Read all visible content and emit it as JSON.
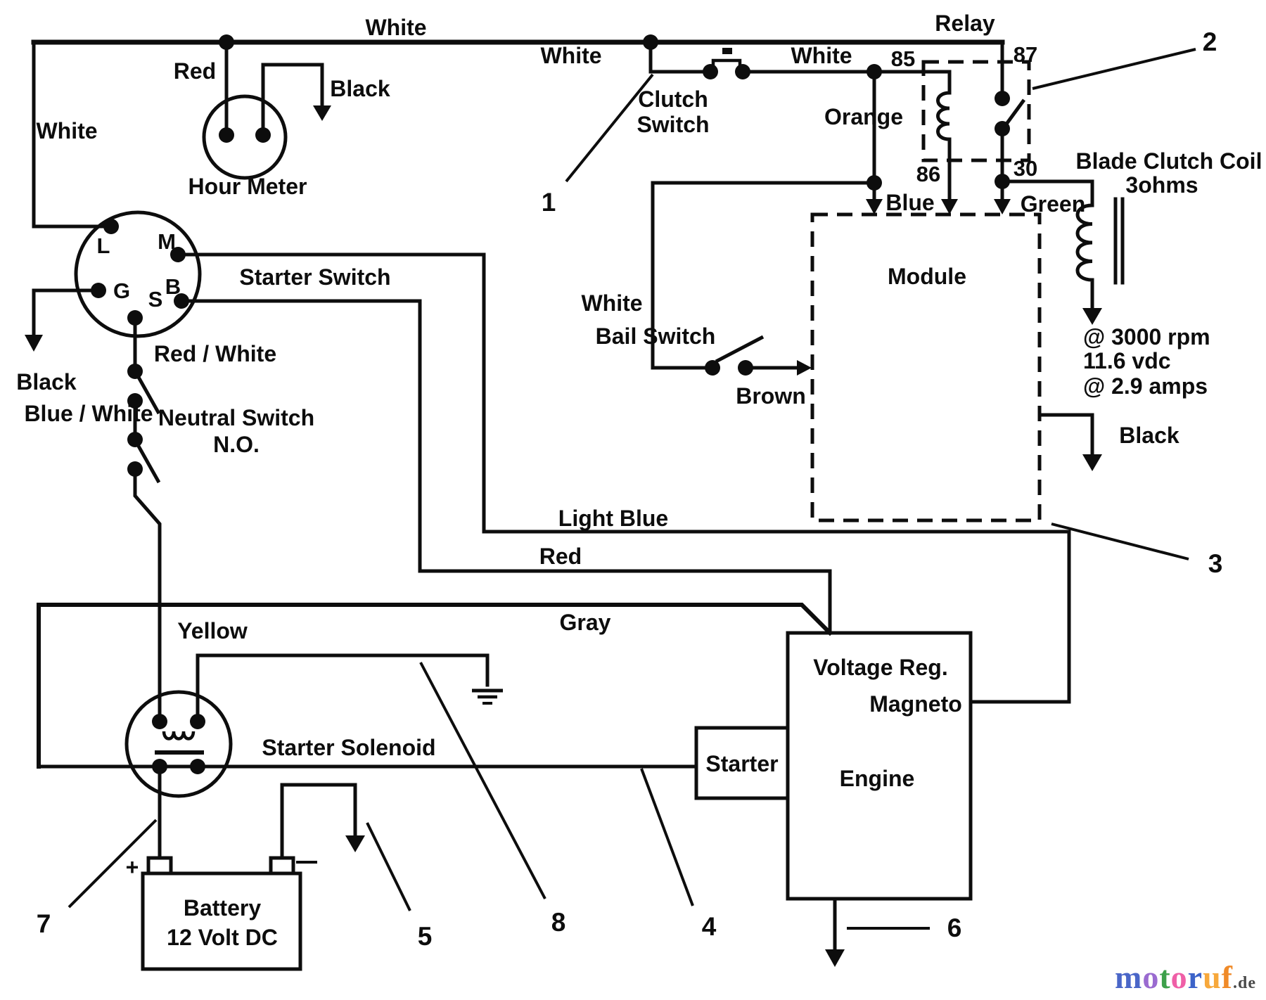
{
  "labels": {
    "white_top": "White",
    "white_left": "White",
    "red_hourmeter": "Red",
    "black_hourmeter": "Black",
    "hour_meter": "Hour Meter",
    "white_clutch_in": "White",
    "clutch_line1": "Clutch",
    "clutch_line2": "Switch",
    "white_clutch_out": "White",
    "relay": "Relay",
    "t85": "85",
    "t87": "87",
    "t86": "86",
    "t30": "30",
    "orange": "Orange",
    "blue": "Blue",
    "green": "Green",
    "blade_coil_line1": "Blade Clutch Coil",
    "blade_coil_line2": "3ohms",
    "white_bail": "White",
    "bail_switch": "Bail Switch",
    "brown": "Brown",
    "module": "Module",
    "spec_rpm": "@ 3000 rpm",
    "spec_vdc": "11.6 vdc",
    "spec_amps": "@ 2.9 amps",
    "black_module": "Black",
    "tL": "L",
    "tM": "M",
    "tB": "B",
    "tG": "G",
    "tS": "S",
    "starter_switch": "Starter Switch",
    "red_white": "Red / White",
    "black_left": "Black",
    "blue_white": "Blue / White",
    "neutral_line1": "Neutral Switch",
    "neutral_line2": "N.O.",
    "light_blue": "Light Blue",
    "red_engine": "Red",
    "gray": "Gray",
    "yellow": "Yellow",
    "starter_solenoid": "Starter Solenoid",
    "battery_line1": "Battery",
    "battery_line2": "12 Volt DC",
    "battery_plus": "+",
    "starter": "Starter",
    "voltage_reg": "Voltage Reg.",
    "magneto": "Magneto",
    "engine": "Engine"
  },
  "callouts": {
    "c1": "1",
    "c2": "2",
    "c3": "3",
    "c4": "4",
    "c5": "5",
    "c6": "6",
    "c7": "7",
    "c8": "8"
  },
  "watermark": {
    "letters": [
      {
        "ch": "m",
        "color": "#4a66c8"
      },
      {
        "ch": "o",
        "color": "#9a6bd0"
      },
      {
        "ch": "t",
        "color": "#3da04b"
      },
      {
        "ch": "o",
        "color": "#ef5fa7"
      },
      {
        "ch": "r",
        "color": "#3c63c9"
      },
      {
        "ch": "u",
        "color": "#f7a83b"
      },
      {
        "ch": "f",
        "color": "#f08a28"
      }
    ],
    "suffix": ".de",
    "suffix_color": "#4a4a4a"
  },
  "colors": {
    "ink": "#0d0d0d",
    "background": "#ffffff"
  }
}
